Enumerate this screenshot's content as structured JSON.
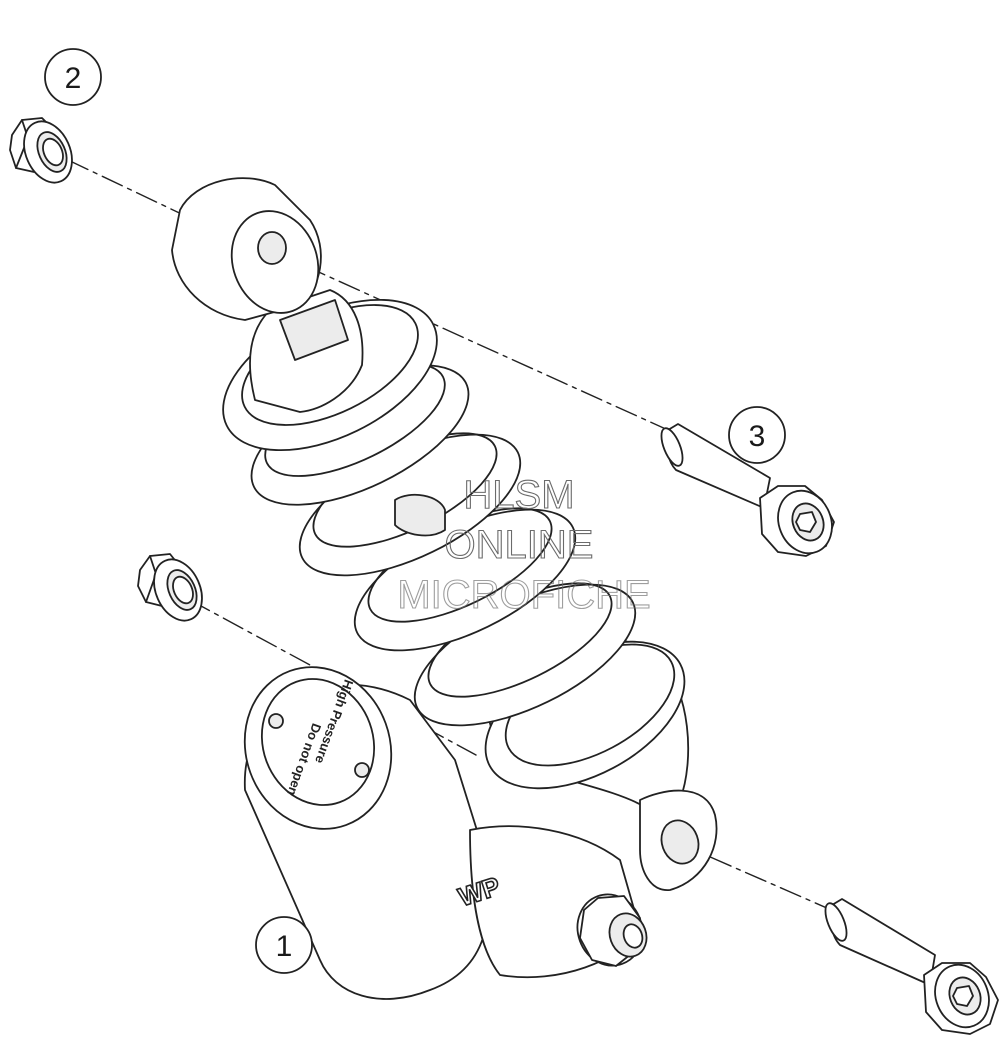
{
  "callouts": [
    {
      "id": "1",
      "label": "1"
    },
    {
      "id": "2",
      "label": "2"
    },
    {
      "id": "3",
      "label": "3"
    }
  ],
  "watermark": {
    "line1": "HLSM",
    "line2": "ONLINE",
    "line3": "MICROFICHE"
  },
  "reservoir_cap": {
    "text_a": "High Pressure",
    "text_b": "Do not open"
  },
  "brand_logo": {
    "text": "WP"
  },
  "colors": {
    "line": "#222222",
    "fill": "#ffffff",
    "shade": "#ececec",
    "watermark": "#6b6b6b"
  }
}
